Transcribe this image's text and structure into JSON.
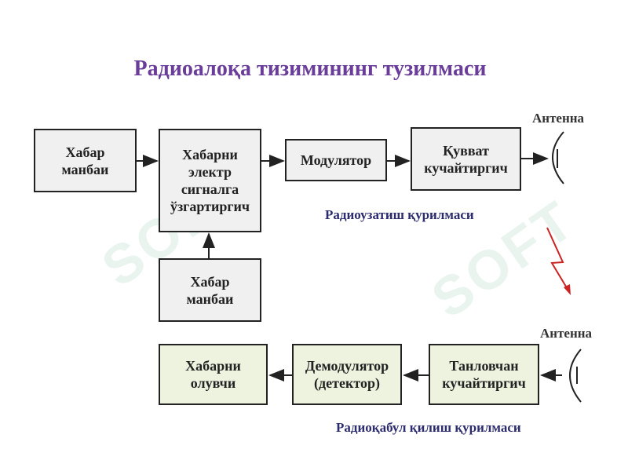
{
  "title": "Радиоалоқа тизимининг тузилмаси",
  "watermark": "SOFT",
  "transmitter": {
    "source": "Хабар\nманбаи",
    "converter": "Хабарни\nэлектр\nсигналга\nўзгартиргич",
    "source2": "Хабар\nманбаи",
    "modulator": "Модулятор",
    "amplifier": "Қувват\nкучайтиргич",
    "antenna": "Антенна",
    "label": "Радиоузатиш қурилмаси"
  },
  "receiver": {
    "antenna": "Антенна",
    "amplifier": "Танловчан\nкучайтиргич",
    "demodulator": "Демодулятор\n(детектор)",
    "output": "Хабарни\nолувчи",
    "label": "Радиоқабул қилиш қурилмаси"
  },
  "colors": {
    "title": "#6a3d9a",
    "label": "#2b2b6e",
    "lightning": "#cc2222",
    "box_gray": "#f0f0f0",
    "box_green": "#eef3e0"
  }
}
